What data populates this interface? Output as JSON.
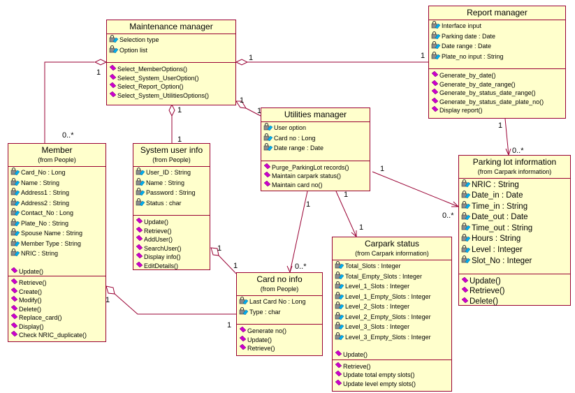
{
  "diagram": {
    "type": "UML class diagram",
    "colors": {
      "border": "#990033",
      "fill": "#ffffcc",
      "operation_icon": "#cc00cc",
      "attribute_icon_lock": "#808080",
      "attribute_icon_key": "#00b0f0"
    },
    "classes": {
      "maintenance": {
        "name": "Maintenance manager",
        "attributes": [
          "Selection type",
          "Option list"
        ],
        "operations": [
          "Select_MemberOptions()",
          "Select_System_UserOption()",
          "Select_Report_Option()",
          "Select_System_UtilitiesOptions()"
        ]
      },
      "report": {
        "name": "Report manager",
        "attributes": [
          "Interface input",
          "Parking date : Date",
          "Date range : Date",
          "Plate_no input : String"
        ],
        "operations": [
          "Generate_by_date()",
          "Generate_by_date_range()",
          "Generate_by_status_date_range()",
          "Generate_by_status_date_plate_no()",
          "Display report()"
        ]
      },
      "member": {
        "name": "Member",
        "package": "(from People)",
        "attributes": [
          "Card_No : Long",
          "Name : String",
          "Address1 : String",
          "Address2 : String",
          "Contact_No : Long",
          "Plate_No : String",
          "Spouse Name : String",
          "Member Type : String",
          "NRIC : String"
        ],
        "operations_top": [
          "Update()"
        ],
        "operations": [
          "Retrieve()",
          "Create()",
          "Modify()",
          "Delete()",
          "Replace_card()",
          "Display()",
          "Check NRIC_duplicate()"
        ]
      },
      "sysuser": {
        "name": "System user info",
        "package": "(from People)",
        "attributes": [
          "User_ID : String",
          "Name : String",
          "Password : String",
          "Status : char"
        ],
        "operations": [
          "Update()",
          "Retrieve()",
          "AddUser()",
          "SearchUser()",
          "Display info()",
          "EditDetails()"
        ]
      },
      "utilities": {
        "name": "Utilities manager",
        "attributes": [
          "User option",
          "Card no : Long",
          "Date range : Date"
        ],
        "operations": [
          "Purge_ParkingLot records()",
          "Maintain carpark status()",
          "Maintain card no()"
        ]
      },
      "cardno": {
        "name": "Card no info",
        "package": "(from People)",
        "attributes": [
          "Last Card No : Long",
          "Type : char"
        ],
        "operations": [
          "Generate no()",
          "Update()",
          "Retrieve()"
        ]
      },
      "carpark": {
        "name": "Carpark status",
        "package": "(from Carpark information)",
        "attributes": [
          "Total_Slots : Integer",
          "Total_Empty_Slots : Integer",
          "Level_1_Slots : Integer",
          "Level_1_Empty_Slots : Integer",
          "Level_2_Slots : Integer",
          "Level_2_Empty_Slots : Integer",
          "Level_3_Slots : Integer",
          "Level_3_Empty_Slots : Integer"
        ],
        "operations_top": [
          "Update()"
        ],
        "operations": [
          "Retrieve()",
          "Update total empty slots()",
          "Update level empty slots()"
        ]
      },
      "parking": {
        "name": "Parking lot information",
        "package": "(from Carpark information)",
        "attributes": [
          "NRIC : String",
          "Date_in : Date",
          "Time_in : String",
          "Date_out : Date",
          "Time_out : String",
          "Hours : String",
          "Level : Integer",
          "Slot_No : Integer"
        ],
        "operations": [
          "Update()",
          "Retrieve()",
          "Delete()"
        ]
      }
    },
    "relationships": [
      {
        "from": "Maintenance manager",
        "to": "Member",
        "kind": "aggregation",
        "from_mult": "1",
        "to_mult": "0..*"
      },
      {
        "from": "Maintenance manager",
        "to": "Report manager",
        "kind": "aggregation",
        "from_mult": "1",
        "to_mult": "1"
      },
      {
        "from": "Maintenance manager",
        "to": "System user info",
        "kind": "aggregation",
        "from_mult": "1",
        "to_mult": "1"
      },
      {
        "from": "Maintenance manager",
        "to": "Utilities manager",
        "kind": "aggregation",
        "from_mult": "1",
        "to_mult": "1"
      },
      {
        "from": "System user info",
        "to": "Card no info",
        "kind": "aggregation",
        "from_mult": "1",
        "to_mult": "1"
      },
      {
        "from": "Member",
        "to": "Card no info",
        "kind": "aggregation",
        "from_mult": "1",
        "to_mult": "1"
      },
      {
        "from": "Utilities manager",
        "to": "Card no info",
        "kind": "association",
        "from_mult": "1",
        "to_mult": "0..*"
      },
      {
        "from": "Utilities manager",
        "to": "Carpark status",
        "kind": "association",
        "from_mult": "1",
        "to_mult": "1"
      },
      {
        "from": "Utilities manager",
        "to": "Parking lot information",
        "kind": "association",
        "from_mult": "1",
        "to_mult": "0..*"
      },
      {
        "from": "Report manager",
        "to": "Parking lot information",
        "kind": "association",
        "from_mult": "1",
        "to_mult": "0..*"
      }
    ]
  }
}
